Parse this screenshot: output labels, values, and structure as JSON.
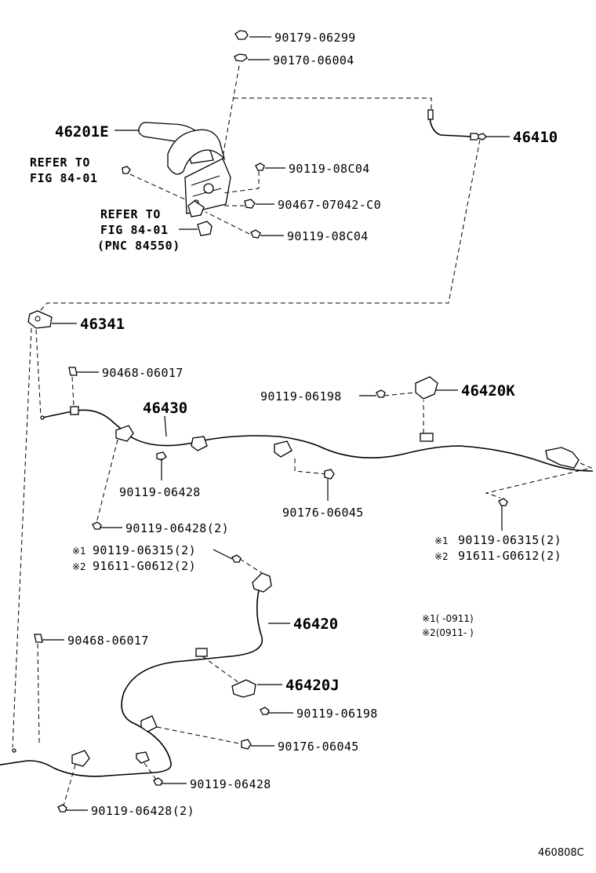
{
  "labels": {
    "p90179_06299": "90179-06299",
    "p90170_06004": "90170-06004",
    "p46201E": "46201E",
    "p46410": "46410",
    "refer1_line1": "REFER TO",
    "refer1_line2": "FIG 84-01",
    "p90119_08C04_a": "90119-08C04",
    "p90467_07042_C0": "90467-07042-C0",
    "refer2_line1": "REFER TO",
    "refer2_line2": "FIG 84-01",
    "refer2_line3": "(PNC 84550)",
    "p90119_08C04_b": "90119-08C04",
    "p46341": "46341",
    "p90468_06017_a": "90468-06017",
    "p46430": "46430",
    "p90119_06198_a": "90119-06198",
    "p46420K": "46420K",
    "p90119_06428_a": "90119-06428",
    "p90176_06045_a": "90176-06045",
    "p90119_06428_2a": "90119-06428(2)",
    "r1_mark": "※1",
    "r1_part": "90119-06315(2)",
    "r2_mark": "※2",
    "r2_part": "91611-G0612(2)",
    "l1_mark": "※1",
    "l1_part": "90119-06315(2)",
    "l2_mark": "※2",
    "l2_part": "91611-G0612(2)",
    "note1": "※1(   -0911)",
    "note2": "※2(0911-   )",
    "p46420": "46420",
    "p90468_06017_b": "90468-06017",
    "p46420J": "46420J",
    "p90119_06198_b": "90119-06198",
    "p90176_06045_b": "90176-06045",
    "p90119_06428_b": "90119-06428",
    "p90119_06428_2b": "90119-06428(2)",
    "figure_code": "460808C"
  }
}
